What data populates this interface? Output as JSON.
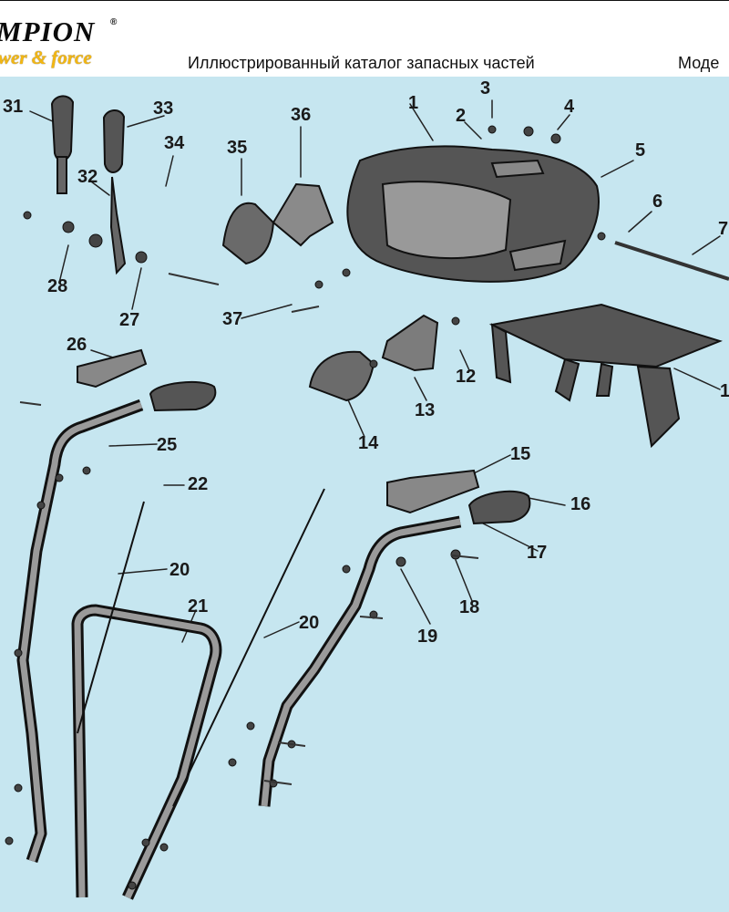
{
  "header": {
    "brand_top": "MPION",
    "brand_registered": "®",
    "brand_tagline": "wer & force",
    "catalog_title": "Иллюстрированный каталог запасных частей",
    "model_label": "Моде"
  },
  "diagram": {
    "background_color": "#c6e6f0",
    "part_numbers": [
      "1",
      "2",
      "3",
      "4",
      "5",
      "6",
      "7",
      "1",
      "12",
      "13",
      "14",
      "15",
      "16",
      "17",
      "18",
      "19",
      "20",
      "21",
      "20",
      "22",
      "25",
      "26",
      "27",
      "28",
      "31",
      "32",
      "33",
      "34",
      "35",
      "36",
      "37"
    ]
  }
}
